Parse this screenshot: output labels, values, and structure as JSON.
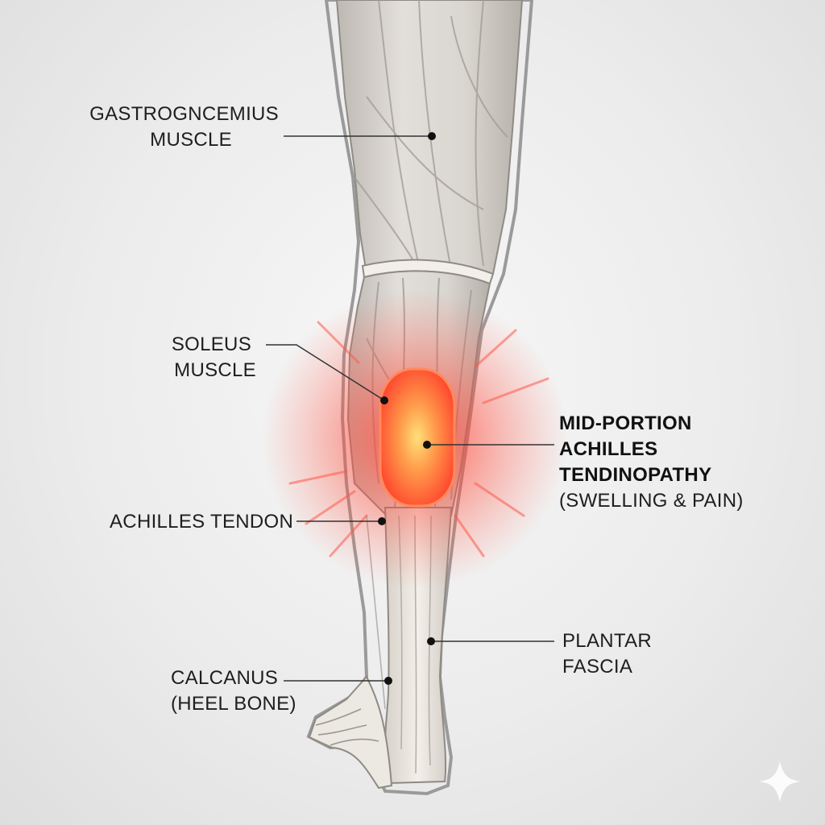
{
  "labels": {
    "gastrocnemius": {
      "line1": "GASTROGNCEMIUS",
      "line2": "MUSCLE"
    },
    "soleus": {
      "line1": "SOLEUS",
      "line2": "MUSCLE"
    },
    "achilles_tendon": {
      "line1": "ACHILLES TENDON"
    },
    "calcaneus": {
      "line1": "CALCANUS",
      "line2": "(HEEL BONE)"
    },
    "tendinopathy": {
      "line1": "MID-PORTION",
      "line2": "ACHILLES",
      "line3": "TENDINOPATHY",
      "line4": "(SWELLING & PAIN)"
    },
    "plantar_fascia": {
      "line1": "PLANTAR",
      "line2": "FASCIA"
    }
  },
  "colors": {
    "inflammation_core": "#ffd36a",
    "inflammation_mid": "#ff7a3c",
    "inflammation_glow": "#ff2a2a",
    "skin_outline": "#9a9a9a",
    "muscle": "#d8d4cf",
    "tendon": "#ece8e2"
  },
  "icons": {
    "corner": "sparkle-icon"
  }
}
